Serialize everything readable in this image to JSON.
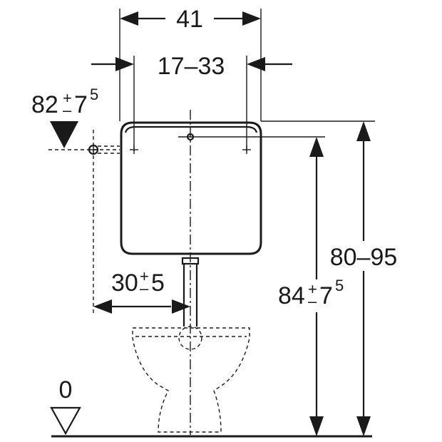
{
  "dimensions": {
    "tank_width": "41",
    "inlet_range": "17–33",
    "water_inlet_height": {
      "base": "82",
      "plus": "+",
      "minus": "–",
      "tol_main": "7",
      "tol_sup": "5"
    },
    "bowl_offset": {
      "base": "30",
      "plus": "+",
      "minus": "–",
      "tol": "5"
    },
    "tank_top_range": "80–95",
    "outlet_height": {
      "base": "84",
      "plus": "+",
      "minus": "–",
      "tol_main": "7",
      "tol_sup": "5"
    },
    "floor_level": "0"
  },
  "colors": {
    "ink": "#1a1a1a",
    "background": "#ffffff"
  }
}
